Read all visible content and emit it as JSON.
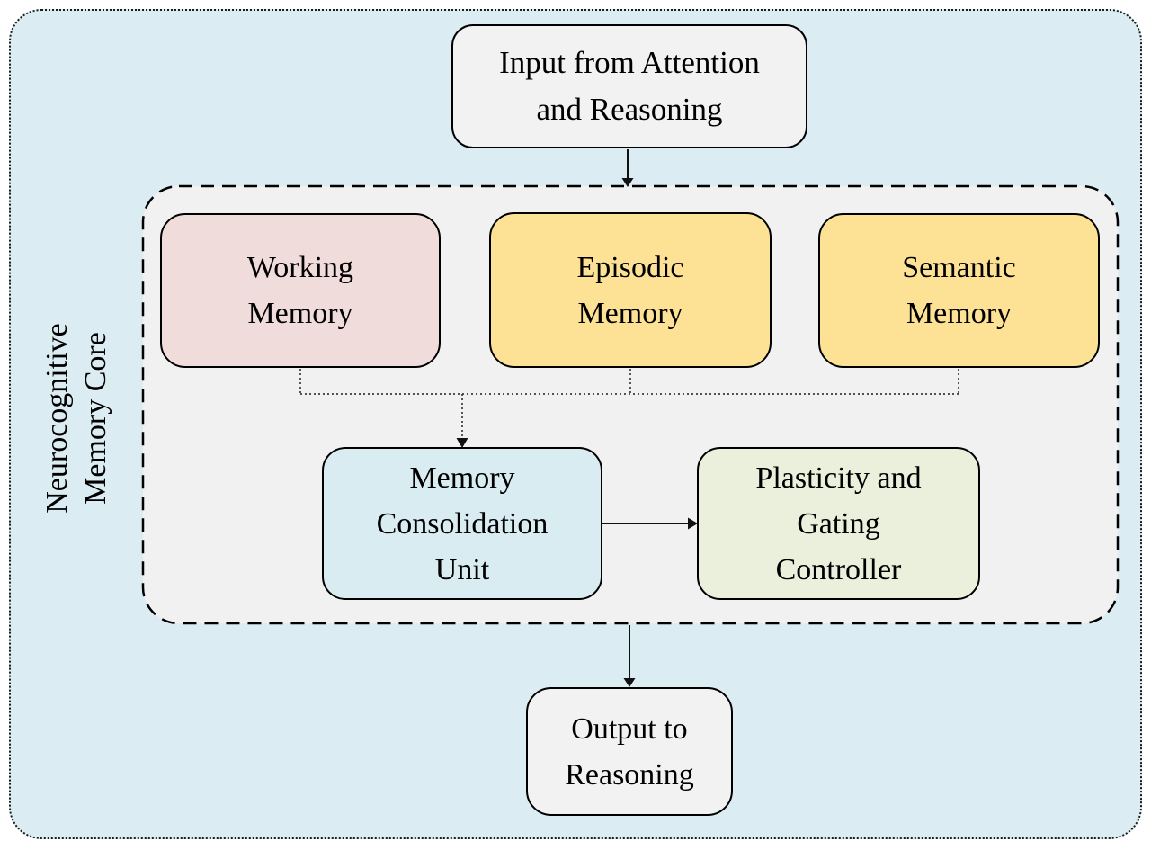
{
  "diagram": {
    "container_label": "Neurocognitive\nMemory Core",
    "nodes": {
      "input": {
        "label": "Input from Attention\nand Reasoning",
        "fill": "#f2f2f2"
      },
      "working": {
        "label": "Working\nMemory",
        "fill": "#f0dcdb"
      },
      "episodic": {
        "label": "Episodic\nMemory",
        "fill": "#fde295"
      },
      "semantic": {
        "label": "Semantic\nMemory",
        "fill": "#fde295"
      },
      "consolidation": {
        "label": "Memory\nConsolidation\nUnit",
        "fill": "#d9ecf2"
      },
      "plasticity": {
        "label": "Plasticity and\nGating\nController",
        "fill": "#eaf0dc"
      },
      "output": {
        "label": "Output to\nReasoning",
        "fill": "#f2f2f2"
      }
    },
    "edges": [
      {
        "from": "input",
        "to": "memory-core-container",
        "style": "solid-arrow"
      },
      {
        "from": "working",
        "to": "junction-line",
        "style": "dotted"
      },
      {
        "from": "episodic",
        "to": "junction-line",
        "style": "dotted"
      },
      {
        "from": "semantic",
        "to": "junction-line",
        "style": "dotted"
      },
      {
        "from": "junction-line",
        "to": "consolidation",
        "style": "dotted-arrow"
      },
      {
        "from": "consolidation",
        "to": "plasticity",
        "style": "solid-arrow"
      },
      {
        "from": "memory-core-container",
        "to": "output",
        "style": "solid-arrow"
      }
    ],
    "colors": {
      "page_bg": "#ffffff",
      "panel_bg": "#dcecf3",
      "core_bg": "#f1f1f1",
      "io_fill": "#f2f2f2",
      "working_fill": "#f0dcdb",
      "episodic_semantic_fill": "#fde295",
      "consolidation_fill": "#d9ecf2",
      "plasticity_fill": "#eaf0dc",
      "line": "#000000",
      "dotted_line": "#3c3c3c"
    }
  }
}
